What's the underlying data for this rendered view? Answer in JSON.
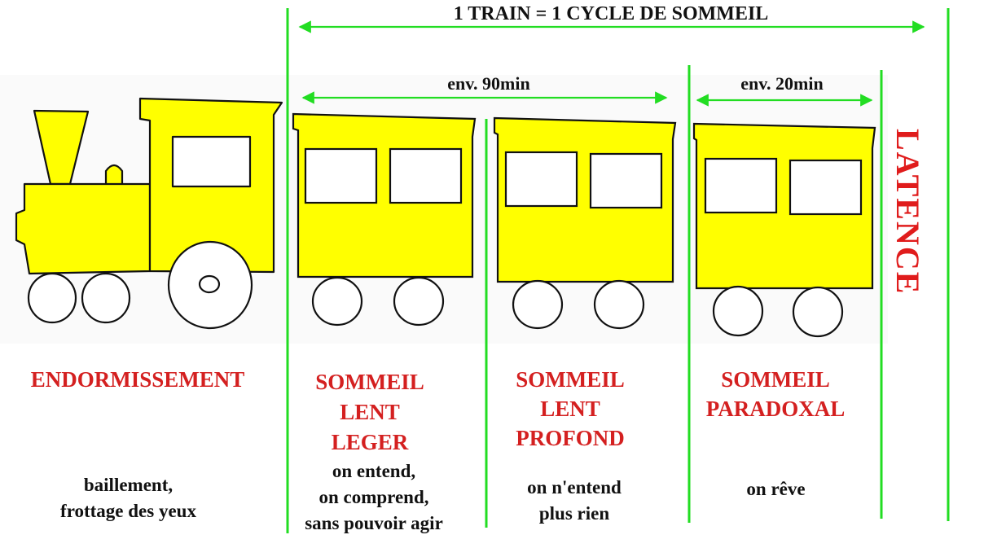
{
  "header": {
    "cycle_label": "1 TRAIN = 1 CYCLE DE SOMMEIL"
  },
  "durations": {
    "light_deep": "env. 90min",
    "paradoxal": "env. 20min"
  },
  "latence": "LATENCE",
  "stages": [
    {
      "id": "endormissement",
      "title": [
        "ENDORMISSEMENT"
      ],
      "desc": [
        "baillement,",
        "frottage des yeux"
      ]
    },
    {
      "id": "leger",
      "title": [
        "SOMMEIL",
        "LENT",
        "LEGER"
      ],
      "desc": [
        "on entend,",
        "on comprend,",
        "sans pouvoir agir"
      ]
    },
    {
      "id": "profond",
      "title": [
        "SOMMEIL",
        "LENT",
        "PROFOND"
      ],
      "desc": [
        "on n'entend",
        "plus rien"
      ]
    },
    {
      "id": "paradoxal",
      "title": [
        "SOMMEIL",
        "PARADOXAL"
      ],
      "desc": [
        "on rêve"
      ]
    }
  ],
  "colors": {
    "divider": "#22dd22",
    "train": "#ffff00",
    "title": "#d42020",
    "latence": "#e01c1c"
  }
}
